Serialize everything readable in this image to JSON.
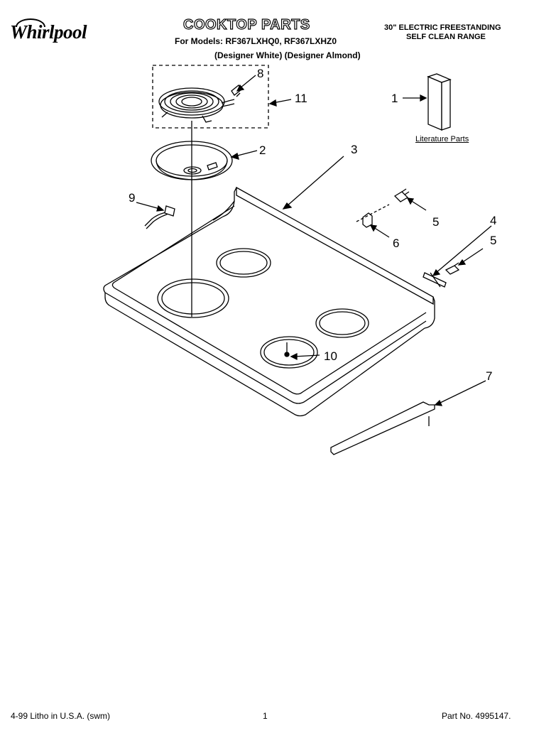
{
  "header": {
    "brand": "Whirlpool",
    "title": "COOKTOP PARTS",
    "models_line": "For Models: RF367LXHQ0, RF367LXHZ0",
    "variants_line": "(Designer White) (Designer Almond)",
    "range_line1": "30\" ELECTRIC FREESTANDING",
    "range_line2": "SELF CLEAN RANGE"
  },
  "literature": {
    "label": "Literature Parts"
  },
  "callouts": {
    "c1": "1",
    "c2": "2",
    "c3": "3",
    "c4": "4",
    "c5a": "5",
    "c5b": "5",
    "c6": "6",
    "c7": "7",
    "c8": "8",
    "c9": "9",
    "c10": "10",
    "c11": "11"
  },
  "footer": {
    "litho": "4-99 Litho in U.S.A. (swm)",
    "page": "1",
    "part_no": "Part No. 4995147."
  }
}
